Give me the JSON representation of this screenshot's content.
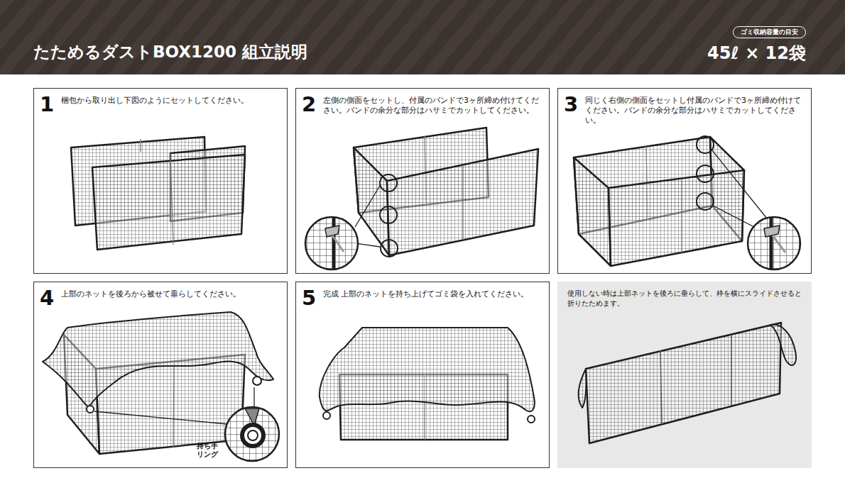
{
  "diagram": {
    "title": "たためるダストBOX1200 組立説明",
    "nodes": [
      {
        "text": [
          "ゴミ収納容量の目安"
        ]
      },
      {
        "text": [
          "1",
          "梱包から取り出し下図のようにセットしてください。"
        ]
      },
      {
        "text": [
          "2",
          "左側の側面をセットし、付属のバンドで3ヶ所締め付けてください。バンドの余分な部分はハサミでカットしてください。"
        ]
      },
      {
        "text": [
          "3",
          "同じく右側の側面をセットし付属のバンドで3ヶ所締め付けてください。バンドの余分な部分はハサミでカットしてください。"
        ]
      },
      {
        "text": [
          "4",
          "上部のネットを後ろから被せて垂らしてください。"
        ]
      },
      {
        "text": [
          "5",
          "完成 上部のネットを持ち上げてゴミ袋を入れてください。"
        ]
      },
      {
        "text": [
          "使用しない時は上部ネットを後ろに垂らして、枠を横にスライドさせると折りたためます。"
        ]
      }
    ],
    "labels": [
      "45ℓ × 12袋",
      "持ち手 リング"
    ]
  }
}
